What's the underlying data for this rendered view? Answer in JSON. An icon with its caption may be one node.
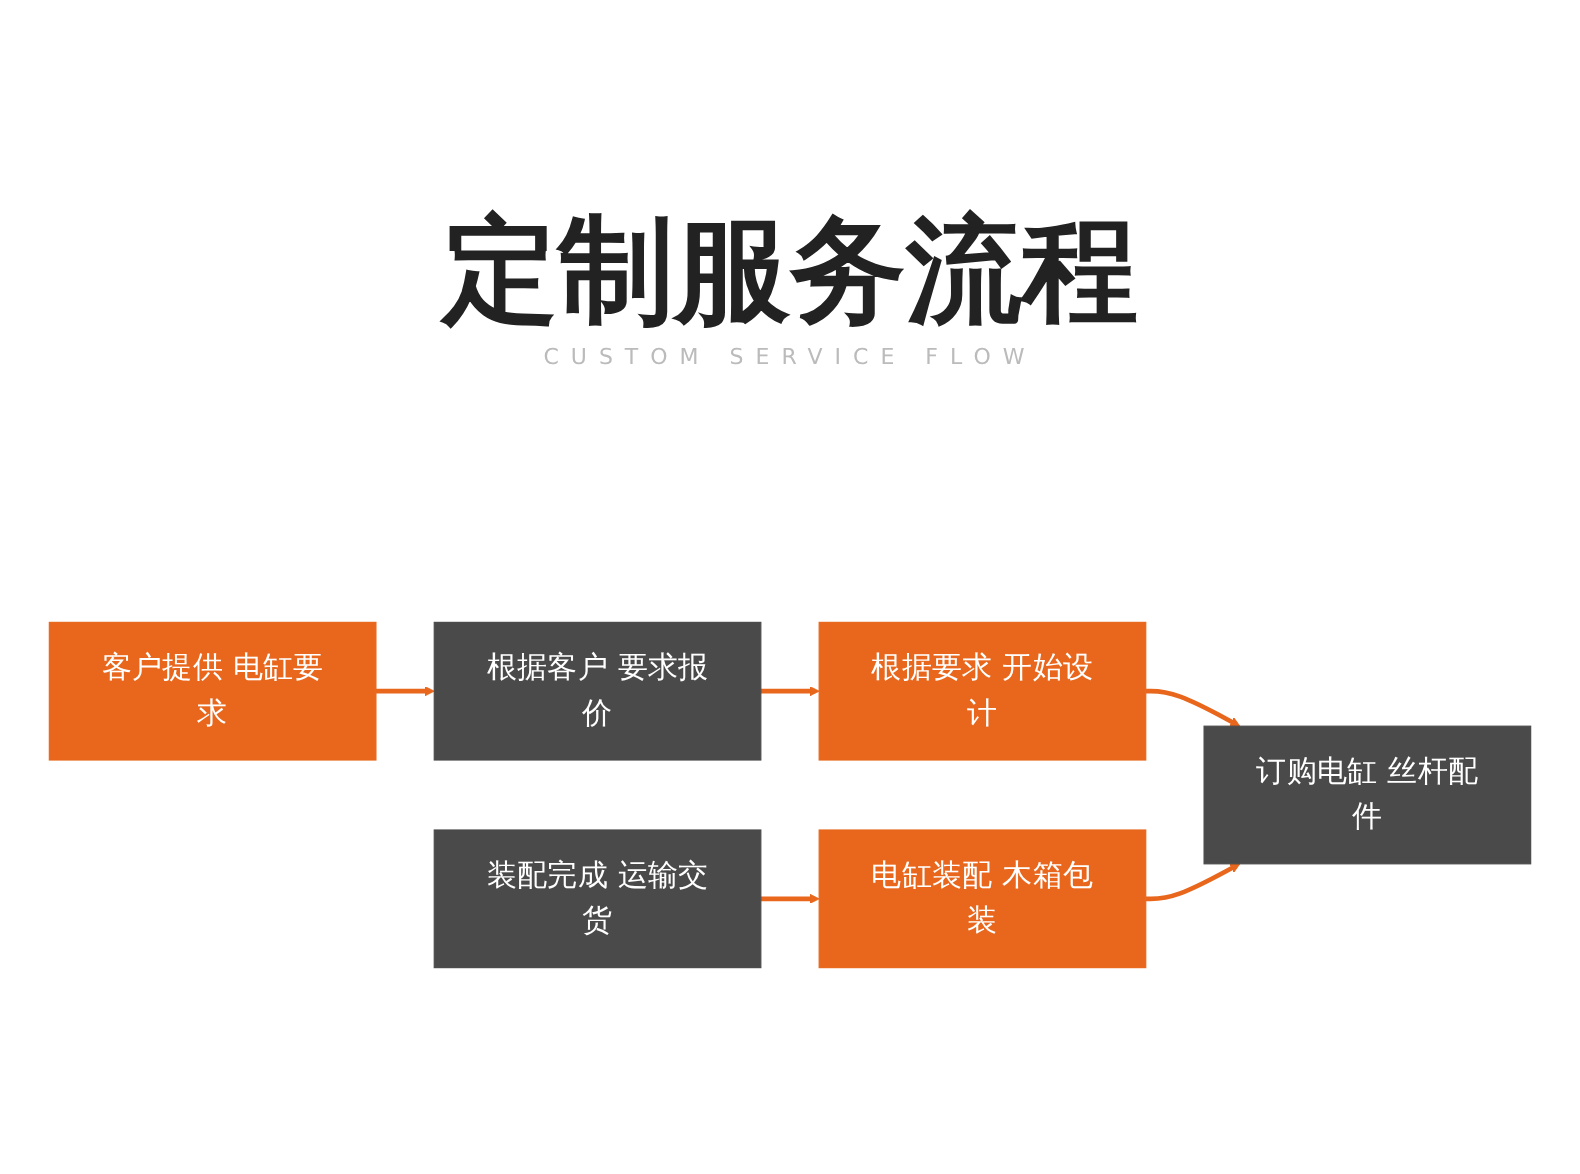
{
  "diagram": {
    "title": "定制服务流程",
    "nodes": [
      {
        "text": [
          "客户提供 电缸要求"
        ]
      },
      {
        "text": [
          "根据客户 要求报价"
        ]
      },
      {
        "text": [
          "根据要求 开始设计"
        ]
      },
      {
        "text": [
          "装配完成 运输交货"
        ]
      },
      {
        "text": [
          "电缸装配 木箱包装"
        ]
      },
      {
        "text": [
          "订购电缸 丝杆配件"
        ]
      }
    ],
    "edges": [
      {
        "from": 0,
        "to": 1,
        "arrow": "to"
      },
      {
        "from": 1,
        "to": 2,
        "arrow": "to"
      },
      {
        "from": 2,
        "to": 5,
        "arrow": "to"
      },
      {
        "from": 3,
        "to": 4,
        "arrow": "to"
      },
      {
        "from": 4,
        "to": 5,
        "arrow": "to"
      }
    ],
    "labels": [
      "CUSTOM SERVICE FLOW"
    ]
  }
}
